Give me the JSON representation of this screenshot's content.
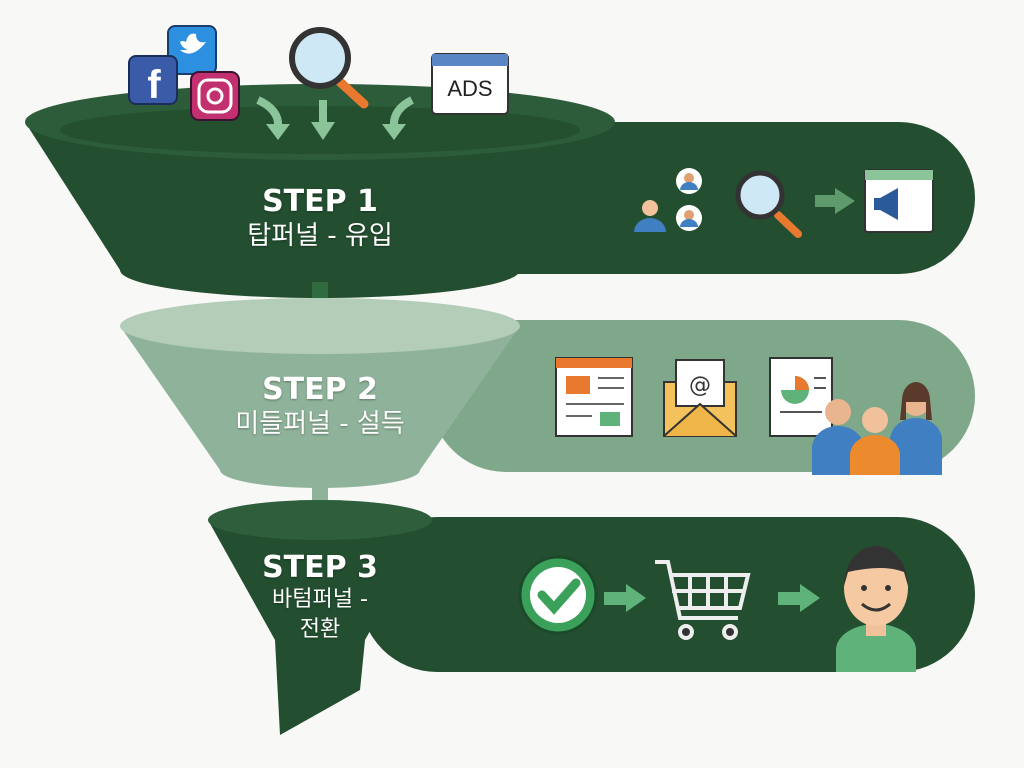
{
  "colors": {
    "dark_green": "#234f30",
    "mid_green": "#7fa88b",
    "light_green": "#a9c6b1",
    "arrow_green": "#8cc49a",
    "bg": "#f8f8f6"
  },
  "steps": [
    {
      "title": "STEP 1",
      "subtitle": "탑퍼널 - 유입",
      "icons": [
        "users-icon",
        "magnifier-icon",
        "arrow-right-icon",
        "megaphone-browser-icon"
      ],
      "sources": [
        "facebook-icon",
        "twitter-icon",
        "instagram-icon",
        "search-icon",
        "ads-window-icon"
      ]
    },
    {
      "title": "STEP 2",
      "subtitle": "미들퍼널 - 설득",
      "icons": [
        "newspaper-icon",
        "email-icon",
        "report-icon",
        "audience-icon"
      ]
    },
    {
      "title": "STEP 3",
      "subtitle_line1": "바텀퍼널 -",
      "subtitle_line2": "전환",
      "icons": [
        "checkmark-icon",
        "arrow-right-icon",
        "shopping-cart-icon",
        "arrow-right-icon",
        "happy-customer-icon"
      ]
    }
  ],
  "ads_label": "ADS"
}
